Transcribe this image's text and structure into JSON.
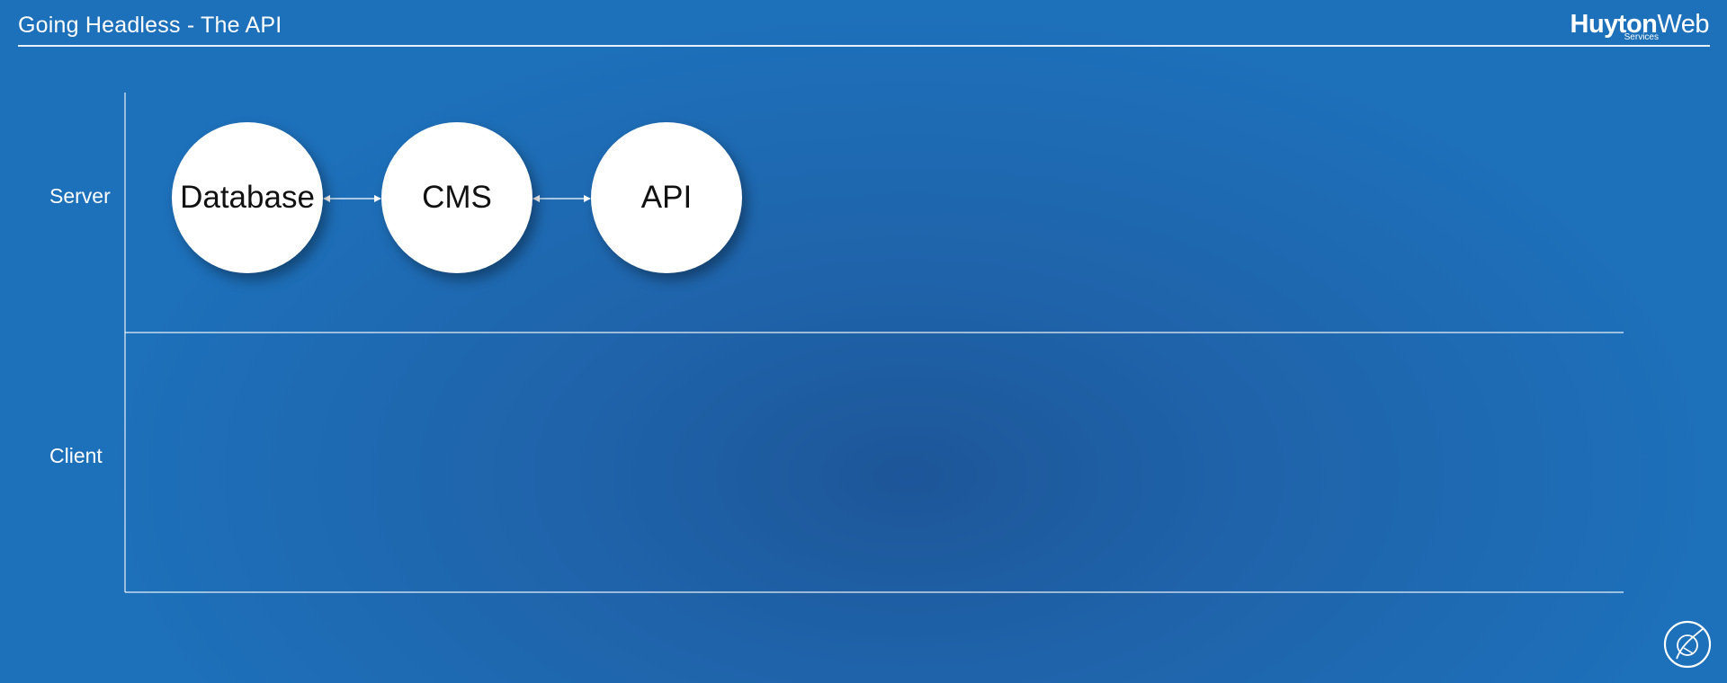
{
  "header": {
    "title": "Going Headless - The API"
  },
  "logo": {
    "brand_bold": "Huyton",
    "brand_regular": "Web",
    "tagline": "Services"
  },
  "lanes": {
    "server": "Server",
    "client": "Client"
  },
  "nodes": {
    "database": "Database",
    "cms": "CMS",
    "api": "API"
  },
  "colors": {
    "background": "#1d6cb6",
    "node_fill": "#ffffff",
    "line": "#ffffff"
  },
  "icons": {
    "corner_mark": "circular-logo-icon"
  }
}
